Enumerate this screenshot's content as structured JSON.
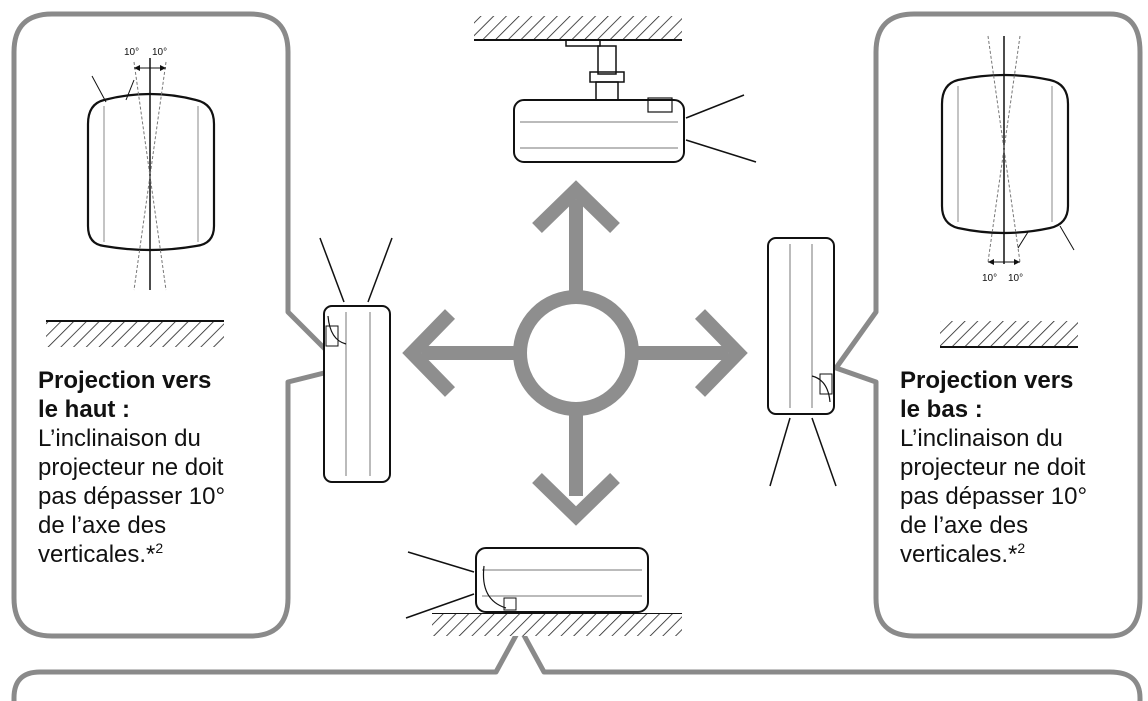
{
  "left_callout": {
    "title_line1": "Projection vers",
    "title_line2": "le haut :",
    "body_lines": [
      "L’inclinaison du",
      "projecteur ne doit",
      "pas dépasser 10°",
      "de l’axe des",
      "verticales.*"
    ],
    "footnote": "2",
    "angle_left": "10°",
    "angle_right": "10°"
  },
  "right_callout": {
    "title_line1": "Projection vers",
    "title_line2": "le bas :",
    "body_lines": [
      "L’inclinaison du",
      "projecteur ne doit",
      "pas dépasser 10°",
      "de l’axe des",
      "verticales.*"
    ],
    "footnote": "2",
    "angle_left": "10°",
    "angle_right": "10°"
  },
  "colors": {
    "outline": "#8a8a8a",
    "arrow": "#8e8e8e",
    "line": "#111111"
  }
}
